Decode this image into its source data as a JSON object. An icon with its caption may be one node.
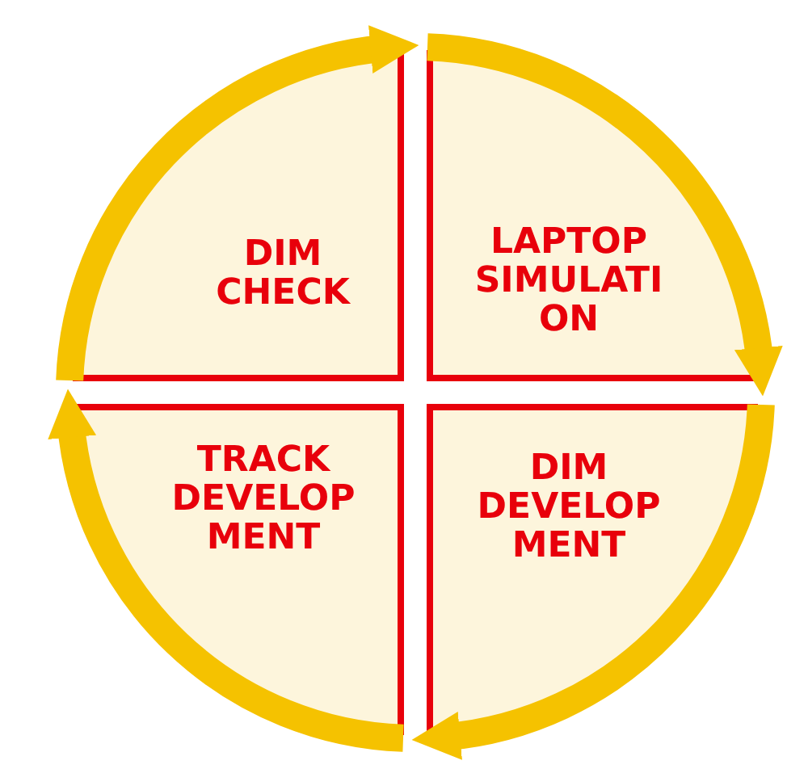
{
  "diagram": {
    "nodes": [
      {
        "text": [
          "DIM CHECK"
        ]
      },
      {
        "text": [
          "LAPTOP SIMULATI ON"
        ]
      },
      {
        "text": [
          "DIM DEVELOP MENT"
        ]
      },
      {
        "text": [
          "TRACK DEVELOP MENT"
        ]
      }
    ],
    "edges": [
      {
        "from": 0,
        "to": 1,
        "arrow": "to"
      },
      {
        "from": 1,
        "to": 2,
        "arrow": "to"
      },
      {
        "from": 2,
        "to": 3,
        "arrow": "to"
      },
      {
        "from": 3,
        "to": 0,
        "arrow": "to"
      }
    ]
  }
}
